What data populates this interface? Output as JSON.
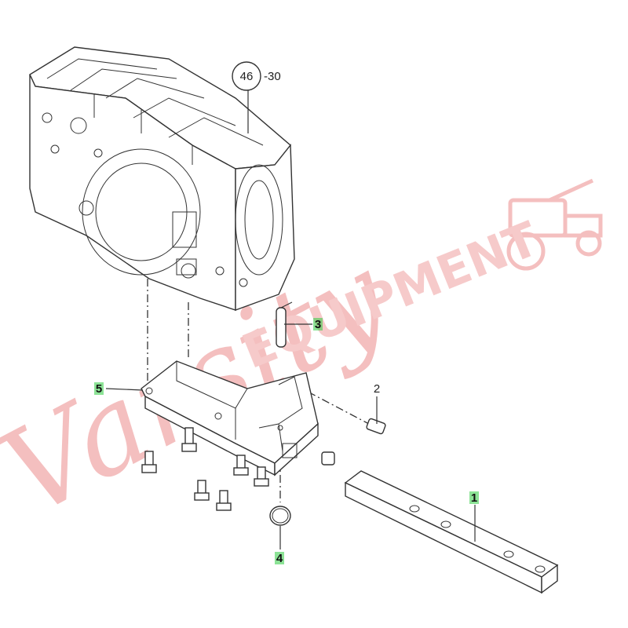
{
  "watermark": {
    "script_text": "Varsity",
    "block_text": "EQUIPMENT",
    "color": "#f3b8b8"
  },
  "callouts": [
    {
      "id": "46",
      "suffix": "-30",
      "circled": true
    },
    {
      "id": "3",
      "circled": false
    },
    {
      "id": "2",
      "circled": false
    },
    {
      "id": "5",
      "circled": false
    },
    {
      "id": "1",
      "circled": false
    },
    {
      "id": "4",
      "circled": false
    }
  ],
  "colors": {
    "line": "#333333",
    "callout_highlight": "#2ecc40",
    "background": "#ffffff"
  }
}
